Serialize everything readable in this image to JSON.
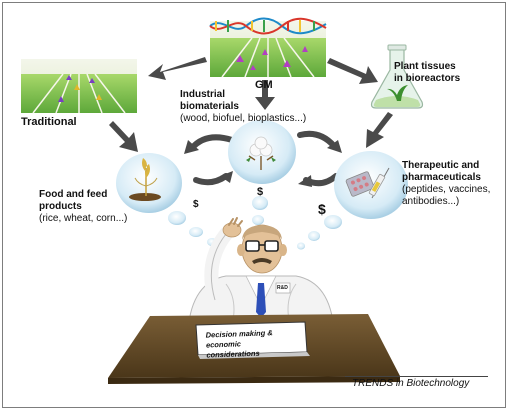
{
  "labels": {
    "gm": "GM",
    "traditional": "Traditional",
    "plant_tissues": [
      "Plant tissues",
      "in bioreactors"
    ],
    "industrial_title": [
      "Industrial",
      "biomaterials"
    ],
    "industrial_examples": "(wood, biofuel, bioplastics...)",
    "food_title": [
      "Food and feed",
      "products"
    ],
    "food_examples": "(rice, wheat, corn...)",
    "therapeutic_title": [
      "Therapeutic and",
      "pharmaceuticals"
    ],
    "therapeutic_examples": [
      "(peptides, vaccines,",
      "antibodies...)"
    ],
    "dollars": [
      "$",
      "$",
      "$"
    ],
    "badge": "R&D",
    "decision": [
      "Decision making &",
      "economic considerations"
    ],
    "journal": "TRENDS in Biotechnology"
  },
  "colors": {
    "arrow": "#4a4a4a",
    "field_green": "#7cc24a",
    "bubble": "#d8ecf6",
    "desk": "#5a4424",
    "tie": "#2d4fb8",
    "lab_coat": "#f4f4f4"
  }
}
